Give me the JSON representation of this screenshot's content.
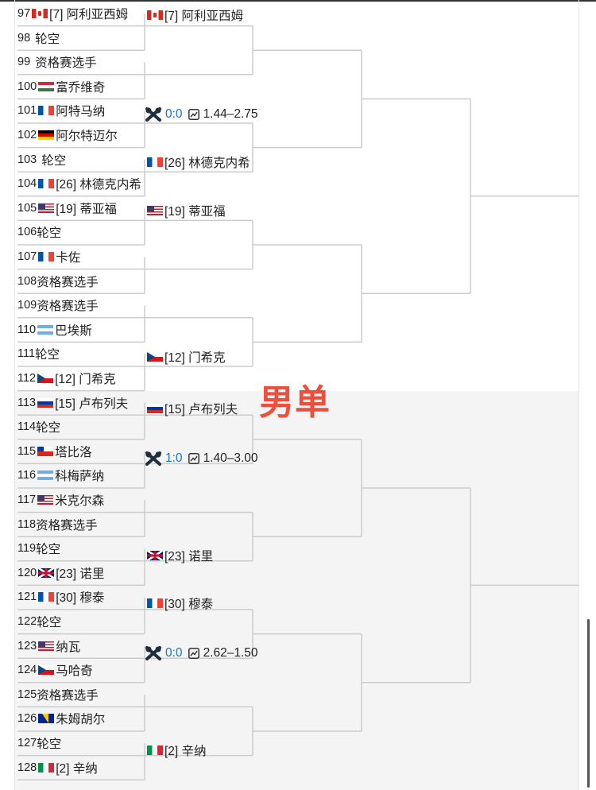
{
  "title": "男单",
  "colors": {
    "title": "#ef4e3a",
    "score": "#1a73c8",
    "line": "#cccccc"
  },
  "icons": {
    "match": "crossed-rackets-icon",
    "odds": "line-chart-icon"
  },
  "draw": [
    {
      "num": "97",
      "flag": "ca",
      "name": "[7] 阿利亚西姆"
    },
    {
      "num": "98",
      "flag": "",
      "name": "轮空"
    },
    {
      "num": "99",
      "flag": "",
      "name": "资格赛选手"
    },
    {
      "num": "100",
      "flag": "hu",
      "name": "富乔维奇"
    },
    {
      "num": "101",
      "flag": "fr",
      "name": "阿特马纳"
    },
    {
      "num": "102",
      "flag": "de",
      "name": "阿尔特迈尔"
    },
    {
      "num": "103",
      "flag": "",
      "name": "轮空"
    },
    {
      "num": "104",
      "flag": "fr",
      "name": "[26] 林德克内希"
    },
    {
      "num": "105",
      "flag": "us",
      "name": "[19] 蒂亚福"
    },
    {
      "num": "106",
      "flag": "",
      "name": "轮空"
    },
    {
      "num": "107",
      "flag": "fr",
      "name": "卡佐"
    },
    {
      "num": "108",
      "flag": "",
      "name": "资格赛选手"
    },
    {
      "num": "109",
      "flag": "",
      "name": "资格赛选手"
    },
    {
      "num": "110",
      "flag": "ar",
      "name": "巴埃斯"
    },
    {
      "num": "111",
      "flag": "",
      "name": "轮空"
    },
    {
      "num": "112",
      "flag": "cz",
      "name": "[12] 门希克"
    },
    {
      "num": "113",
      "flag": "ru",
      "name": "[15] 卢布列夫"
    },
    {
      "num": "114",
      "flag": "",
      "name": "轮空"
    },
    {
      "num": "115",
      "flag": "cl",
      "name": "塔比洛"
    },
    {
      "num": "116",
      "flag": "ar",
      "name": "科梅萨纳"
    },
    {
      "num": "117",
      "flag": "us",
      "name": "米克尔森"
    },
    {
      "num": "118",
      "flag": "",
      "name": "资格赛选手"
    },
    {
      "num": "119",
      "flag": "",
      "name": "轮空"
    },
    {
      "num": "120",
      "flag": "gb",
      "name": "[23] 诺里"
    },
    {
      "num": "121",
      "flag": "fr",
      "name": "[30] 穆泰"
    },
    {
      "num": "122",
      "flag": "",
      "name": "轮空"
    },
    {
      "num": "123",
      "flag": "us",
      "name": "纳瓦"
    },
    {
      "num": "124",
      "flag": "cz",
      "name": "马哈奇"
    },
    {
      "num": "125",
      "flag": "",
      "name": "资格赛选手"
    },
    {
      "num": "126",
      "flag": "ba",
      "name": "朱姆胡尔"
    },
    {
      "num": "127",
      "flag": "",
      "name": "轮空"
    },
    {
      "num": "128",
      "flag": "it",
      "name": "[2] 辛纳"
    }
  ],
  "round2": [
    {
      "flag": "ca",
      "name": "[7] 阿利亚西姆"
    },
    {
      "flag": "fr",
      "name": "[26] 林德克内希"
    },
    {
      "flag": "us",
      "name": "[19] 蒂亚福"
    },
    {
      "flag": "cz",
      "name": "[12] 门希克"
    },
    {
      "flag": "ru",
      "name": "[15] 卢布列夫"
    },
    {
      "flag": "gb",
      "name": "[23] 诺里"
    },
    {
      "flag": "fr",
      "name": "[30] 穆泰"
    },
    {
      "flag": "it",
      "name": "[2] 辛纳"
    }
  ],
  "matches": [
    {
      "score": "0:0",
      "odds": "1.44–2.75"
    },
    {
      "score": "1:0",
      "odds": "1.40–3.00"
    },
    {
      "score": "0:0",
      "odds": "2.62–1.50"
    }
  ]
}
